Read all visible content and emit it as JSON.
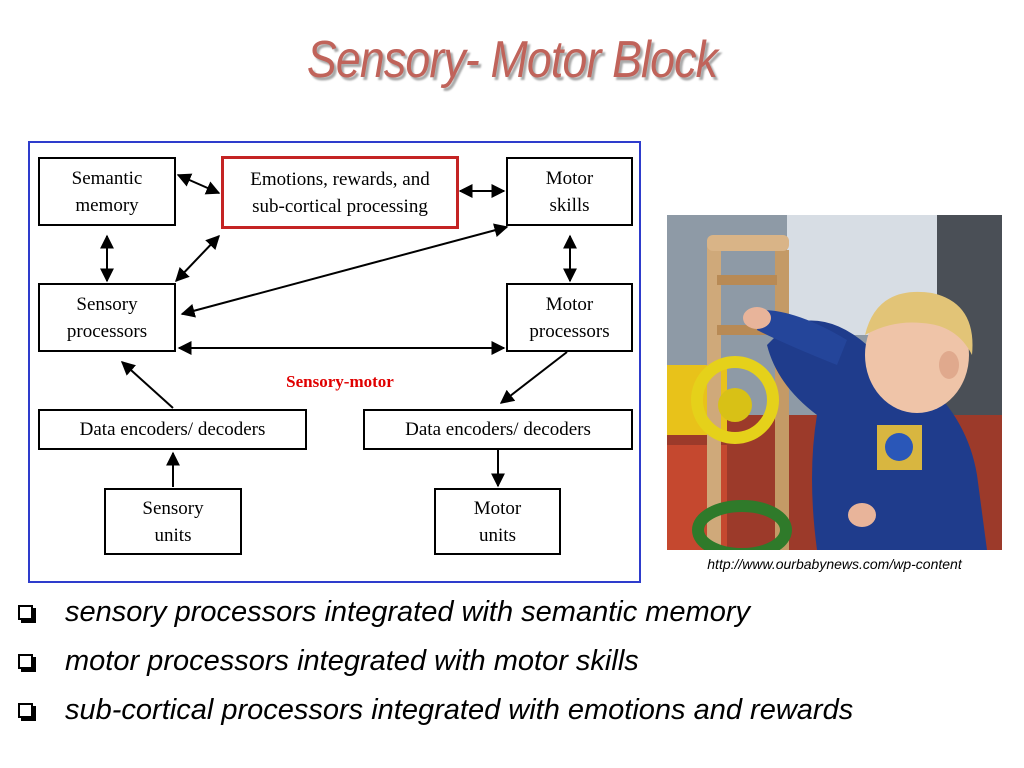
{
  "slide": {
    "title": "Sensory- Motor Block"
  },
  "diagram": {
    "boxes": {
      "semantic_memory": [
        "Semantic",
        "memory"
      ],
      "emotions": [
        "Emotions, rewards, and",
        "sub-cortical processing"
      ],
      "motor_skills": [
        "Motor",
        "skills"
      ],
      "sensory_processors": [
        "Sensory",
        "processors"
      ],
      "motor_processors": [
        "Motor",
        "processors"
      ],
      "data_enc_left": "Data encoders/ decoders",
      "data_enc_right": "Data encoders/ decoders",
      "sensory_units": [
        "Sensory",
        "units"
      ],
      "motor_units": [
        "Motor",
        "units"
      ]
    },
    "center_label": "Sensory-motor",
    "center_label_color": "#e00000",
    "highlight_color": "#c42323",
    "frame_color": "#2e3ccc"
  },
  "photo": {
    "caption": "http://www.ourbabynews.com/wp-content"
  },
  "bullets": [
    "sensory processors integrated with semantic memory",
    "motor processors integrated with motor skills",
    "sub-cortical processors integrated with emotions and rewards"
  ],
  "colors": {
    "title": "#c0635a"
  }
}
